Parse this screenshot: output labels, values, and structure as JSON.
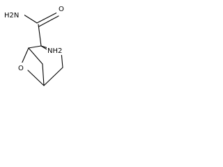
{
  "molecule": {
    "labels": {
      "amide_nitrogen": "H2N",
      "carbonyl_oxygen": "O",
      "amino_group": "NH2",
      "ring_oxygen": "O"
    }
  }
}
